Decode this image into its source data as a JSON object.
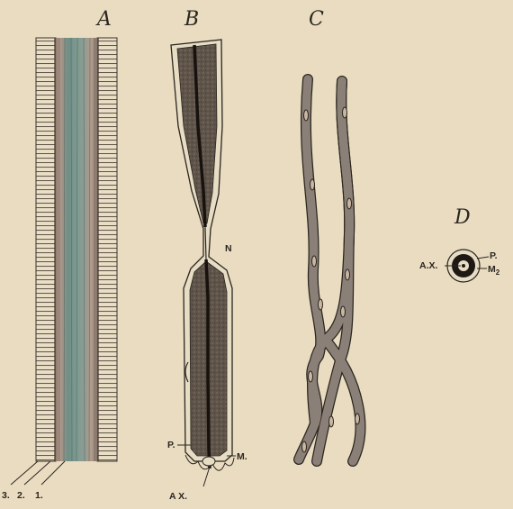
{
  "figure": {
    "panels": {
      "a": {
        "letter": "A",
        "labels": [
          "3.",
          "2.",
          "1."
        ]
      },
      "b": {
        "letter": "B",
        "label_n": "N",
        "label_p": "P.",
        "label_m": "M.",
        "label_ax": "A X."
      },
      "c": {
        "letter": "C"
      },
      "d": {
        "letter": "D",
        "label_ax": "A.X.",
        "label_p": "P.",
        "label_m": "M",
        "label_m_sub": "2"
      }
    }
  },
  "colors": {
    "background": "#e9dcc0",
    "ink": "#2b2620",
    "fiber_dark": "#5c5148",
    "fiber_teal": "#7a958c",
    "fiber_pink": "#b69a88",
    "sheath": "#e7dcc4"
  }
}
